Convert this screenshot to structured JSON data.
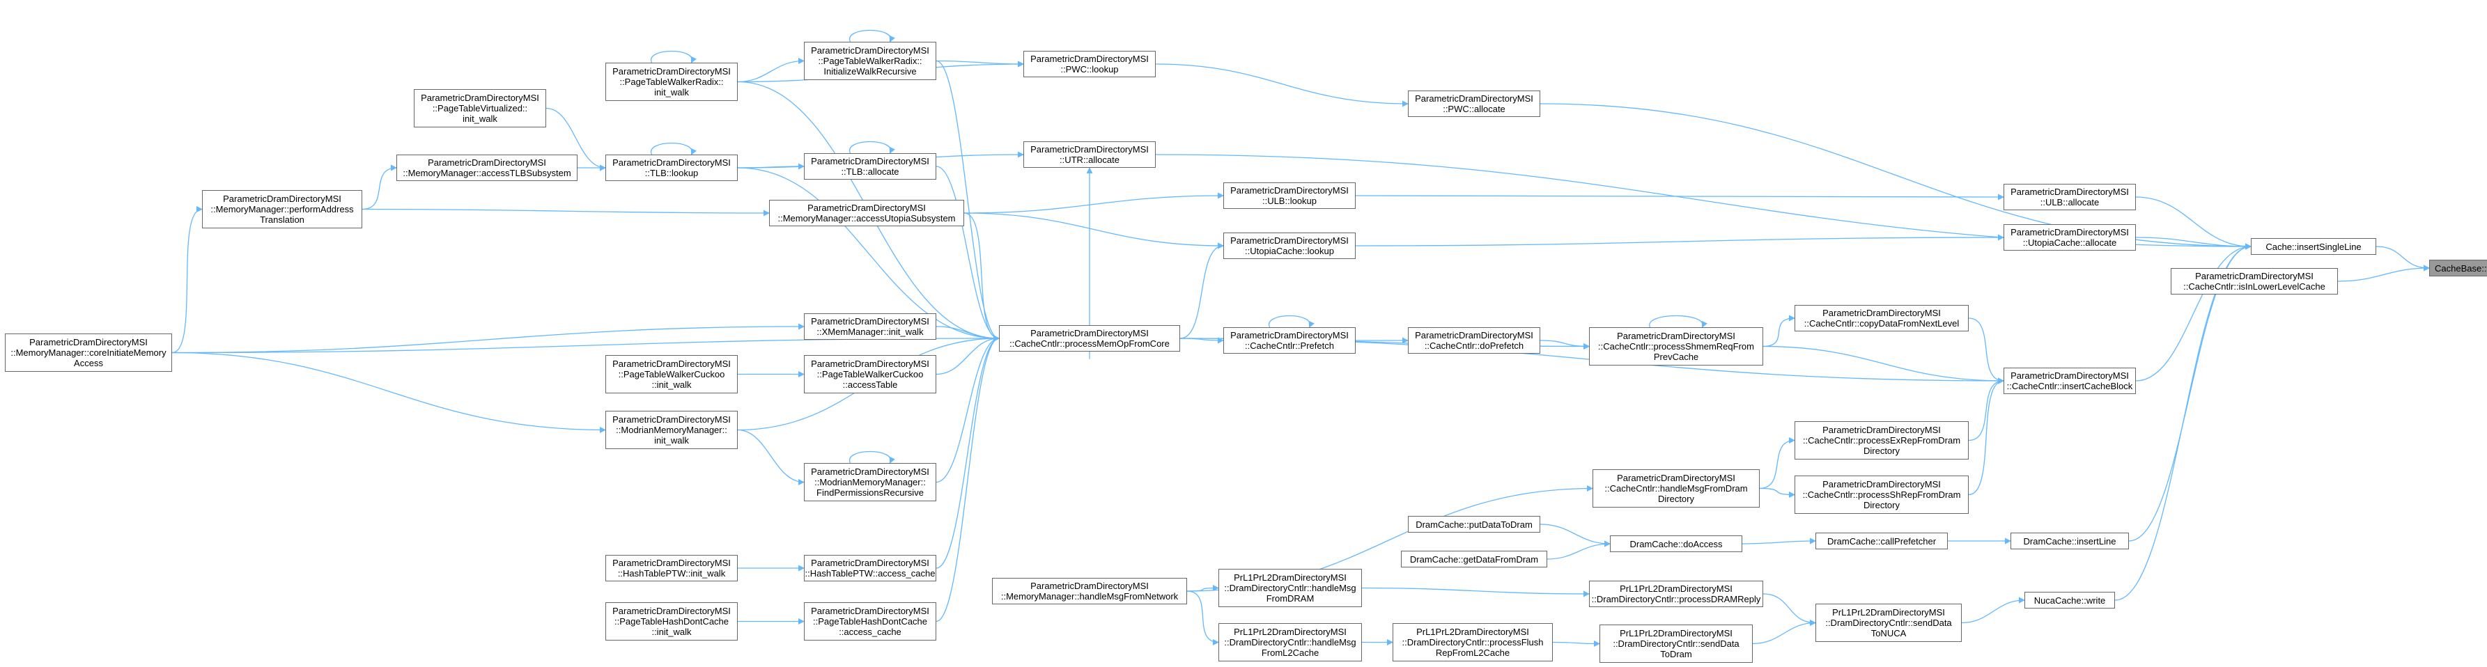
{
  "colors": {
    "edge": "#63b8ff",
    "node_border": "#666666",
    "node_fill": "#ffffff",
    "target_fill": "#999999"
  },
  "nodes": [
    {
      "id": "tagToAddress",
      "lines": [
        "CacheBase::tagToAddress"
      ],
      "target": true
    },
    {
      "id": "insertSingleLine",
      "lines": [
        "Cache::insertSingleLine"
      ]
    },
    {
      "id": "isInLowerLevelCache",
      "lines": [
        "ParametricDramDirectoryMSI",
        "::CacheCntlr::isInLowerLevelCache"
      ]
    },
    {
      "id": "pwcAllocate",
      "lines": [
        "ParametricDramDirectoryMSI",
        "::PWC::allocate"
      ]
    },
    {
      "id": "ulbAllocate",
      "lines": [
        "ParametricDramDirectoryMSI",
        "::ULB::allocate"
      ]
    },
    {
      "id": "utopiaCacheAllocate",
      "lines": [
        "ParametricDramDirectoryMSI",
        "::UtopiaCache::allocate"
      ]
    },
    {
      "id": "utrAllocate",
      "lines": [
        "ParametricDramDirectoryMSI",
        "::UTR::allocate"
      ]
    },
    {
      "id": "insertCacheBlock",
      "lines": [
        "ParametricDramDirectoryMSI",
        "::CacheCntlr::insertCacheBlock"
      ]
    },
    {
      "id": "dramInsertLine",
      "lines": [
        "DramCache::insertLine"
      ]
    },
    {
      "id": "nucaWrite",
      "lines": [
        "NucaCache::write"
      ]
    },
    {
      "id": "pwcLookup",
      "lines": [
        "ParametricDramDirectoryMSI",
        "::PWC::lookup"
      ]
    },
    {
      "id": "ulbLookup",
      "lines": [
        "ParametricDramDirectoryMSI",
        "::ULB::lookup"
      ]
    },
    {
      "id": "utopiaCacheLookup",
      "lines": [
        "ParametricDramDirectoryMSI",
        "::UtopiaCache::lookup"
      ]
    },
    {
      "id": "copyDataFromNextLevel",
      "lines": [
        "ParametricDramDirectoryMSI",
        "::CacheCntlr::copyDataFromNextLevel"
      ]
    },
    {
      "id": "processShmemReqFromPrevCache",
      "lines": [
        "ParametricDramDirectoryMSI",
        "::CacheCntlr::processShmemReqFrom",
        "PrevCache"
      ]
    },
    {
      "id": "processExRepFromDramDirectory",
      "lines": [
        "ParametricDramDirectoryMSI",
        "::CacheCntlr::processExRepFromDram",
        "Directory"
      ]
    },
    {
      "id": "processShRepFromDramDirectory",
      "lines": [
        "ParametricDramDirectoryMSI",
        "::CacheCntlr::processShRepFromDram",
        "Directory"
      ]
    },
    {
      "id": "callPrefetcher",
      "lines": [
        "DramCache::callPrefetcher"
      ]
    },
    {
      "id": "sendDataToNUCA",
      "lines": [
        "PrL1PrL2DramDirectoryMSI",
        "::DramDirectoryCntlr::sendData",
        "ToNUCA"
      ]
    },
    {
      "id": "initializeWalkRecursive",
      "lines": [
        "ParametricDramDirectoryMSI",
        "::PageTableWalkerRadix::",
        "InitializeWalkRecursive"
      ]
    },
    {
      "id": "tlbAllocate",
      "lines": [
        "ParametricDramDirectoryMSI",
        "::TLB::allocate"
      ]
    },
    {
      "id": "accessUtopiaSubsystem",
      "lines": [
        "ParametricDramDirectoryMSI",
        "::MemoryManager::accessUtopiaSubsystem"
      ]
    },
    {
      "id": "processMemOpFromCore",
      "lines": [
        "ParametricDramDirectoryMSI",
        "::CacheCntlr::processMemOpFromCore"
      ]
    },
    {
      "id": "prefetch",
      "lines": [
        "ParametricDramDirectoryMSI",
        "::CacheCntlr::Prefetch"
      ]
    },
    {
      "id": "doPrefetch",
      "lines": [
        "ParametricDramDirectoryMSI",
        "::CacheCntlr::doPrefetch"
      ]
    },
    {
      "id": "handleMsgFromDramDirectory",
      "lines": [
        "ParametricDramDirectoryMSI",
        "::CacheCntlr::handleMsgFromDram",
        "Directory"
      ]
    },
    {
      "id": "doAccess",
      "lines": [
        "DramCache::doAccess"
      ]
    },
    {
      "id": "processDRAMReply",
      "lines": [
        "PrL1PrL2DramDirectoryMSI",
        "::DramDirectoryCntlr::processDRAMReply"
      ]
    },
    {
      "id": "sendDataToDram",
      "lines": [
        "PrL1PrL2DramDirectoryMSI",
        "::DramDirectoryCntlr::sendData",
        "ToDram"
      ]
    },
    {
      "id": "radixInitWalk",
      "lines": [
        "ParametricDramDirectoryMSI",
        "::PageTableWalkerRadix::",
        "init_walk"
      ]
    },
    {
      "id": "tlbLookup",
      "lines": [
        "ParametricDramDirectoryMSI",
        "::TLB::lookup"
      ]
    },
    {
      "id": "xmemInitWalk",
      "lines": [
        "ParametricDramDirectoryMSI",
        "::XMemManager::init_walk"
      ]
    },
    {
      "id": "cuckooAccessTable",
      "lines": [
        "ParametricDramDirectoryMSI",
        "::PageTableWalkerCuckoo",
        "::accessTable"
      ]
    },
    {
      "id": "findPermissionsRecursive",
      "lines": [
        "ParametricDramDirectoryMSI",
        "::ModrianMemoryManager::",
        "FindPermissionsRecursive"
      ]
    },
    {
      "id": "htPtwAccessCache",
      "lines": [
        "ParametricDramDirectoryMSI",
        "::HashTablePTW::access_cache"
      ]
    },
    {
      "id": "htdcAccessCache",
      "lines": [
        "ParametricDramDirectoryMSI",
        "::PageTableHashDontCache",
        "::access_cache"
      ]
    },
    {
      "id": "putDataToDram",
      "lines": [
        "DramCache::putDataToDram"
      ]
    },
    {
      "id": "getDataFromDram",
      "lines": [
        "DramCache::getDataFromDram"
      ]
    },
    {
      "id": "handleMsgFromNetwork",
      "lines": [
        "ParametricDramDirectoryMSI",
        "::MemoryManager::handleMsgFromNetwork"
      ]
    },
    {
      "id": "handleMsgFromDRAM",
      "lines": [
        "PrL1PrL2DramDirectoryMSI",
        "::DramDirectoryCntlr::handleMsg",
        "FromDRAM"
      ]
    },
    {
      "id": "handleMsgFromL2Cache",
      "lines": [
        "PrL1PrL2DramDirectoryMSI",
        "::DramDirectoryCntlr::handleMsg",
        "FromL2Cache"
      ]
    },
    {
      "id": "processFlushRepFromL2Cache",
      "lines": [
        "PrL1PrL2DramDirectoryMSI",
        "::DramDirectoryCntlr::processFlush",
        "RepFromL2Cache"
      ]
    },
    {
      "id": "virtualizedInitWalk",
      "lines": [
        "ParametricDramDirectoryMSI",
        "::PageTableVirtualized::",
        "init_walk"
      ]
    },
    {
      "id": "accessTLBSubsystem",
      "lines": [
        "ParametricDramDirectoryMSI",
        "::MemoryManager::accessTLBSubsystem"
      ]
    },
    {
      "id": "cuckooInitWalk",
      "lines": [
        "ParametricDramDirectoryMSI",
        "::PageTableWalkerCuckoo",
        "::init_walk"
      ]
    },
    {
      "id": "modrianInitWalk",
      "lines": [
        "ParametricDramDirectoryMSI",
        "::ModrianMemoryManager::",
        "init_walk"
      ]
    },
    {
      "id": "htPtwInitWalk",
      "lines": [
        "ParametricDramDirectoryMSI",
        "::HashTablePTW::init_walk"
      ]
    },
    {
      "id": "htdcInitWalk",
      "lines": [
        "ParametricDramDirectoryMSI",
        "::PageTableHashDontCache",
        "::init_walk"
      ]
    },
    {
      "id": "performAddressTranslation",
      "lines": [
        "ParametricDramDirectoryMSI",
        "::MemoryManager::performAddress",
        "Translation"
      ]
    },
    {
      "id": "coreInitiateMemoryAccess",
      "lines": [
        "ParametricDramDirectoryMSI",
        "::MemoryManager::coreInitiateMemory",
        "Access"
      ]
    }
  ],
  "edges": [
    [
      "insertSingleLine",
      "tagToAddress"
    ],
    [
      "isInLowerLevelCache",
      "tagToAddress"
    ],
    [
      "pwcAllocate",
      "insertSingleLine"
    ],
    [
      "ulbAllocate",
      "insertSingleLine"
    ],
    [
      "utopiaCacheAllocate",
      "insertSingleLine"
    ],
    [
      "utrAllocate",
      "insertSingleLine"
    ],
    [
      "insertCacheBlock",
      "insertSingleLine"
    ],
    [
      "dramInsertLine",
      "insertSingleLine"
    ],
    [
      "nucaWrite",
      "insertSingleLine"
    ],
    [
      "pwcLookup",
      "pwcAllocate"
    ],
    [
      "ulbLookup",
      "ulbAllocate"
    ],
    [
      "utopiaCacheLookup",
      "utopiaCacheAllocate"
    ],
    [
      "tlbLookup",
      "utrAllocate"
    ],
    [
      "copyDataFromNextLevel",
      "insertCacheBlock"
    ],
    [
      "processShmemReqFromPrevCache",
      "insertCacheBlock"
    ],
    [
      "processExRepFromDramDirectory",
      "insertCacheBlock"
    ],
    [
      "processShRepFromDramDirectory",
      "insertCacheBlock"
    ],
    [
      "processMemOpFromCore",
      "insertCacheBlock"
    ],
    [
      "callPrefetcher",
      "dramInsertLine"
    ],
    [
      "sendDataToNUCA",
      "nucaWrite"
    ],
    [
      "initializeWalkRecursive",
      "pwcLookup"
    ],
    [
      "radixInitWalk",
      "pwcLookup"
    ],
    [
      "processMemOpFromCore",
      "utrAllocate"
    ],
    [
      "accessUtopiaSubsystem",
      "ulbLookup"
    ],
    [
      "accessUtopiaSubsystem",
      "utopiaCacheLookup"
    ],
    [
      "processMemOpFromCore",
      "utopiaCacheLookup"
    ],
    [
      "processShmemReqFromPrevCache",
      "copyDataFromNextLevel"
    ],
    [
      "doPrefetch",
      "processShmemReqFromPrevCache"
    ],
    [
      "processMemOpFromCore",
      "processShmemReqFromPrevCache"
    ],
    [
      "handleMsgFromDramDirectory",
      "processExRepFromDramDirectory"
    ],
    [
      "handleMsgFromDramDirectory",
      "processShRepFromDramDirectory"
    ],
    [
      "doAccess",
      "callPrefetcher"
    ],
    [
      "processDRAMReply",
      "sendDataToNUCA"
    ],
    [
      "sendDataToDram",
      "sendDataToNUCA"
    ],
    [
      "initializeWalkRecursive",
      "initializeWalkRecursive"
    ],
    [
      "radixInitWalk",
      "initializeWalkRecursive"
    ],
    [
      "tlbAllocate",
      "tlbAllocate"
    ],
    [
      "tlbLookup",
      "tlbAllocate"
    ],
    [
      "performAddressTranslation",
      "accessUtopiaSubsystem"
    ],
    [
      "initializeWalkRecursive",
      "processMemOpFromCore"
    ],
    [
      "tlbAllocate",
      "processMemOpFromCore"
    ],
    [
      "accessUtopiaSubsystem",
      "processMemOpFromCore"
    ],
    [
      "radixInitWalk",
      "processMemOpFromCore"
    ],
    [
      "tlbLookup",
      "processMemOpFromCore"
    ],
    [
      "xmemInitWalk",
      "processMemOpFromCore"
    ],
    [
      "cuckooAccessTable",
      "processMemOpFromCore"
    ],
    [
      "findPermissionsRecursive",
      "processMemOpFromCore"
    ],
    [
      "htPtwAccessCache",
      "processMemOpFromCore"
    ],
    [
      "htdcAccessCache",
      "processMemOpFromCore"
    ],
    [
      "modrianInitWalk",
      "processMemOpFromCore"
    ],
    [
      "coreInitiateMemoryAccess",
      "processMemOpFromCore"
    ],
    [
      "prefetch",
      "prefetch"
    ],
    [
      "processMemOpFromCore",
      "prefetch"
    ],
    [
      "prefetch",
      "doPrefetch"
    ],
    [
      "processShmemReqFromPrevCache",
      "processShmemReqFromPrevCache"
    ],
    [
      "handleMsgFromNetwork",
      "handleMsgFromDramDirectory"
    ],
    [
      "putDataToDram",
      "doAccess"
    ],
    [
      "getDataFromDram",
      "doAccess"
    ],
    [
      "handleMsgFromDRAM",
      "processDRAMReply"
    ],
    [
      "processFlushRepFromL2Cache",
      "sendDataToDram"
    ],
    [
      "virtualizedInitWalk",
      "tlbLookup"
    ],
    [
      "accessTLBSubsystem",
      "tlbLookup"
    ],
    [
      "tlbLookup",
      "tlbLookup"
    ],
    [
      "radixInitWalk",
      "radixInitWalk"
    ],
    [
      "coreInitiateMemoryAccess",
      "xmemInitWalk"
    ],
    [
      "cuckooInitWalk",
      "cuckooAccessTable"
    ],
    [
      "findPermissionsRecursive",
      "findPermissionsRecursive"
    ],
    [
      "modrianInitWalk",
      "findPermissionsRecursive"
    ],
    [
      "htPtwInitWalk",
      "htPtwAccessCache"
    ],
    [
      "htdcInitWalk",
      "htdcAccessCache"
    ],
    [
      "handleMsgFromNetwork",
      "handleMsgFromDRAM"
    ],
    [
      "handleMsgFromNetwork",
      "handleMsgFromL2Cache"
    ],
    [
      "handleMsgFromL2Cache",
      "processFlushRepFromL2Cache"
    ],
    [
      "performAddressTranslation",
      "accessTLBSubsystem"
    ],
    [
      "coreInitiateMemoryAccess",
      "performAddressTranslation"
    ],
    [
      "coreInitiateMemoryAccess",
      "modrianInitWalk"
    ]
  ]
}
